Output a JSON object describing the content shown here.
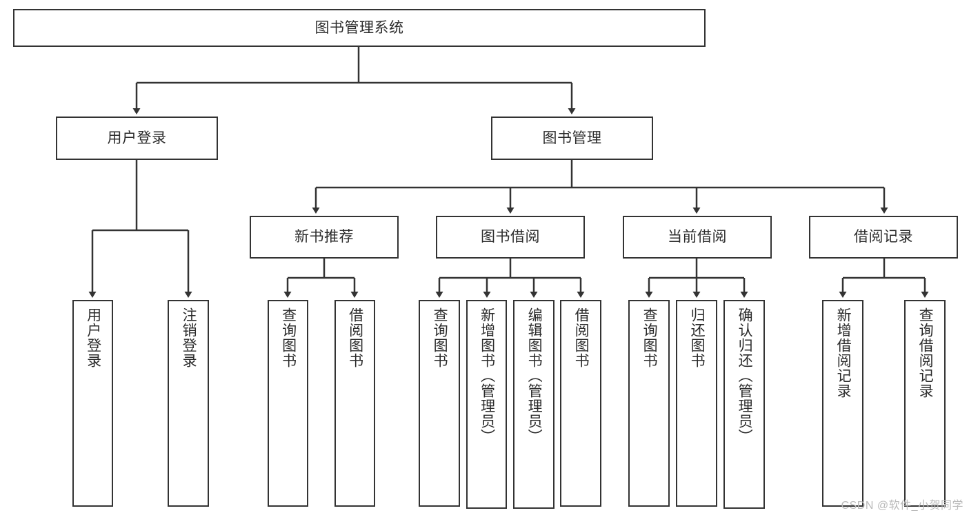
{
  "diagram": {
    "title": "图书管理系统",
    "type": "tree-hierarchy-diagram",
    "stroke_color": "#333333",
    "fill_color": "#ffffff",
    "text_color": "#2b2b2b",
    "root": {
      "label": "图书管理系统"
    },
    "level2": [
      {
        "label": "用户登录"
      },
      {
        "label": "图书管理"
      }
    ],
    "level3": [
      {
        "label": "新书推荐"
      },
      {
        "label": "图书借阅"
      },
      {
        "label": "当前借阅"
      },
      {
        "label": "借阅记录"
      }
    ],
    "leaves": {
      "user_login": [
        {
          "label": "用户登录"
        },
        {
          "label": "注销登录"
        }
      ],
      "new_book_recommend": [
        {
          "label": "查询图书"
        },
        {
          "label": "借阅图书"
        }
      ],
      "book_borrow": [
        {
          "label": "查询图书"
        },
        {
          "label": "新增图书（管理员）"
        },
        {
          "label": "编辑图书（管理员）"
        },
        {
          "label": "借阅图书"
        }
      ],
      "current_borrow": [
        {
          "label": "查询图书"
        },
        {
          "label": "归还图书"
        },
        {
          "label": "确认归还（管理员）"
        }
      ],
      "borrow_record": [
        {
          "label": "新增借阅记录"
        },
        {
          "label": "查询借阅记录"
        }
      ]
    }
  },
  "watermark": {
    "text": "CSDN @软件_小贺同学"
  }
}
